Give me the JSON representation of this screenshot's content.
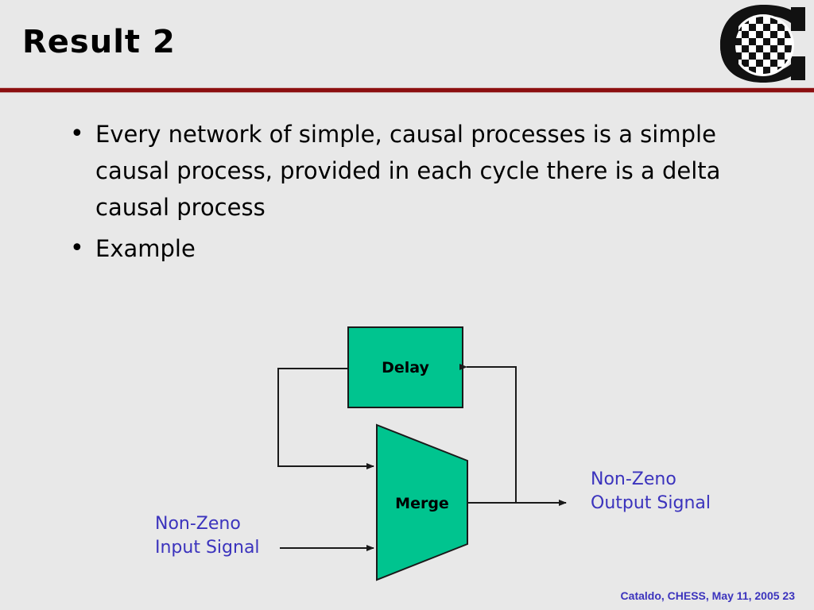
{
  "slide": {
    "title": "Result 2",
    "background_color": "#e8e8e8",
    "rule_color": "#8c0f10"
  },
  "logo": {
    "name": "chess-logo",
    "letter": "C",
    "description": "checkerboard-circle"
  },
  "bullets": [
    {
      "marker": "•",
      "text": "Every network of simple, causal processes is a simple causal process, provided in each cycle there is a delta causal process"
    },
    {
      "marker": "•",
      "text": "Example"
    }
  ],
  "diagram": {
    "accent_color": "#00c48f",
    "line_color": "#1a1a1a",
    "nodes": [
      {
        "id": "delay",
        "label": "Delay",
        "shape": "rectangle"
      },
      {
        "id": "merge",
        "label": "Merge",
        "shape": "trapezoid"
      }
    ],
    "labels": {
      "input_signal": "Non-Zeno\nInput Signal",
      "output_signal": "Non-Zeno\nOutput Signal",
      "label_color": "#3b33bd"
    }
  },
  "footer": {
    "text": "Cataldo, CHESS, May 11, 2005  23",
    "color": "#3b33bd"
  }
}
